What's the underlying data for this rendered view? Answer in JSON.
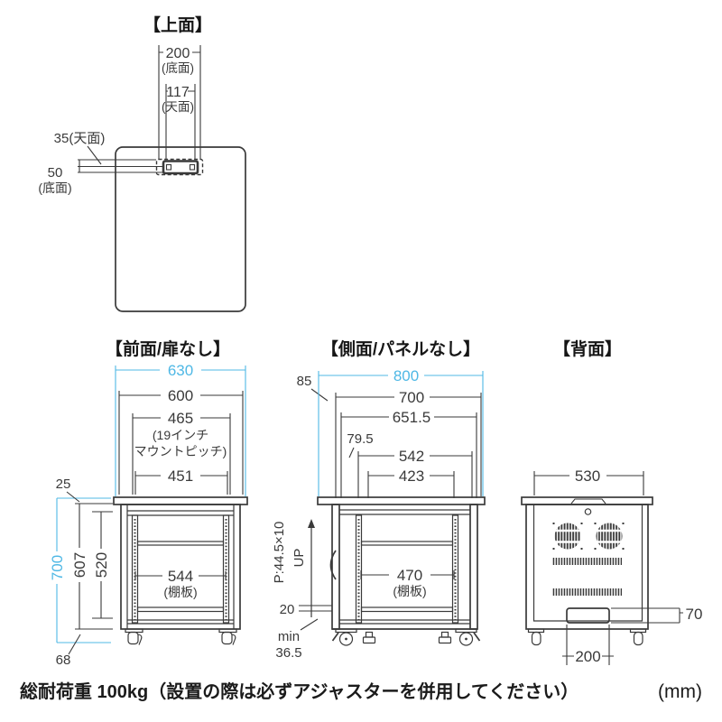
{
  "colors": {
    "accent_cyan": "#4fb8e5",
    "line": "#3a3a3a"
  },
  "top": {
    "title": "【上面】",
    "d200": "200",
    "d200_note": "(底面)",
    "d117": "117",
    "d117_note": "(天面)",
    "d35": "35(天面)",
    "d50": "50",
    "d50_note": "(底面)"
  },
  "front": {
    "title": "【前面/扉なし】",
    "w630": "630",
    "w600": "600",
    "w465": "465",
    "w465_note1": "(19インチ",
    "w465_note2": "マウントピッチ)",
    "w451": "451",
    "t25": "25",
    "h700": "700",
    "h607": "607",
    "h520": "520",
    "shelf": "544",
    "shelf_note": "(棚板)",
    "caster": "68"
  },
  "side": {
    "title": "【側面/パネルなし】",
    "t85": "85",
    "d800": "800",
    "d700": "700",
    "d651": "651.5",
    "d79": "79.5",
    "d542": "542",
    "d423": "423",
    "pitch": "P:44.5×10",
    "up": "UP",
    "t20": "20",
    "min_label": "min",
    "min_value": "36.5",
    "shelf": "470",
    "shelf_note": "(棚板)"
  },
  "back": {
    "title": "【背面】",
    "w530": "530",
    "h70": "70",
    "w200": "200"
  },
  "footer": {
    "note": "総耐荷重 100kg（設置の際は必ずアジャスターを併用してください）",
    "unit": "(mm)"
  }
}
